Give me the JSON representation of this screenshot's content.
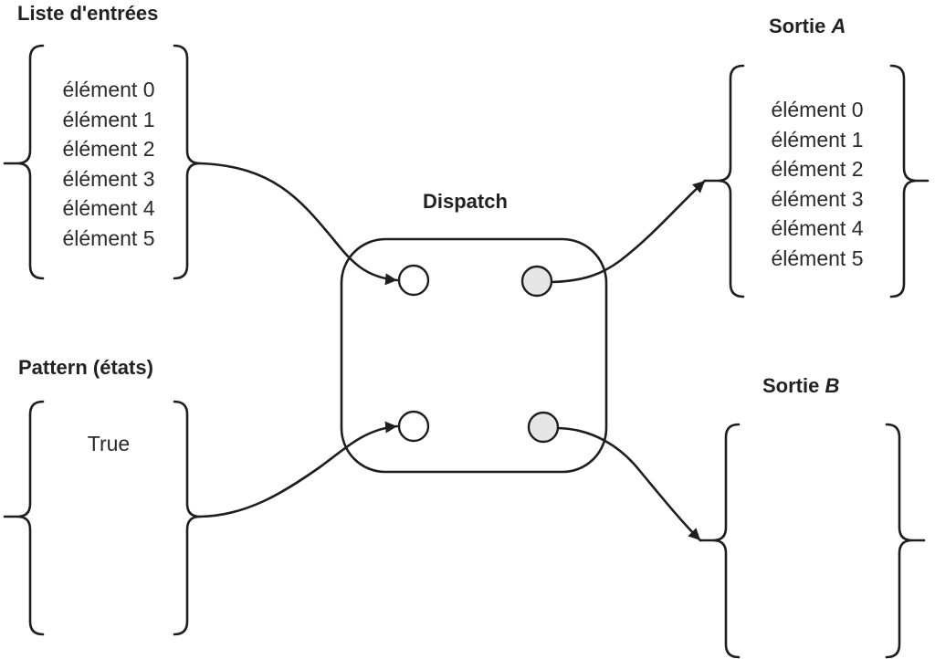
{
  "diagram": {
    "language": "fr",
    "input_list": {
      "title": "Liste d'entrées",
      "items": [
        "élément 0",
        "élément 1",
        "élément 2",
        "élément 3",
        "élément 4",
        "élément 5"
      ]
    },
    "pattern": {
      "title": "Pattern (états)",
      "items": [
        "True"
      ]
    },
    "dispatch": {
      "title": "Dispatch",
      "ports": [
        {
          "id": "in_list",
          "side": "input",
          "fill": "#ffffff"
        },
        {
          "id": "out_a",
          "side": "output",
          "fill": "#e6e6e6"
        },
        {
          "id": "in_pattern",
          "side": "input",
          "fill": "#ffffff"
        },
        {
          "id": "out_b",
          "side": "output",
          "fill": "#e6e6e6"
        }
      ]
    },
    "output_a": {
      "title_prefix": "Sortie",
      "title_letter": "A",
      "items": [
        "élément 0",
        "élément 1",
        "élément 2",
        "élément 3",
        "élément 4",
        "élément 5"
      ]
    },
    "output_b": {
      "title_prefix": "Sortie",
      "title_letter": "B",
      "items": []
    },
    "edges": [
      {
        "from": "input_list",
        "to": "dispatch.in_list"
      },
      {
        "from": "pattern",
        "to": "dispatch.in_pattern"
      },
      {
        "from": "dispatch.out_a",
        "to": "output_a"
      },
      {
        "from": "dispatch.out_b",
        "to": "output_b"
      }
    ],
    "colors": {
      "stroke": "#1e1e1e",
      "input_port_fill": "#ffffff",
      "output_port_fill": "#e6e6e6",
      "background": "#ffffff"
    }
  }
}
